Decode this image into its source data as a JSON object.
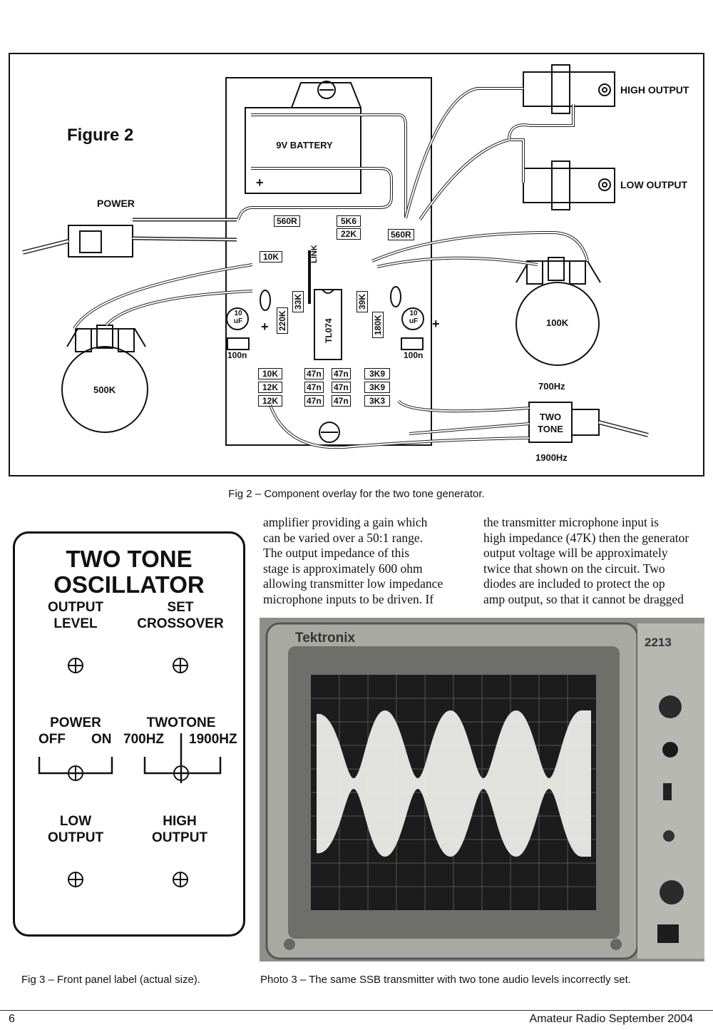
{
  "figure2": {
    "title": "Figure 2",
    "battery": "9V BATTERY",
    "battery_polarity": "+",
    "labels": {
      "power": "POWER",
      "high_output": "HIGH OUTPUT",
      "low_output": "LOW OUTPUT",
      "pot_500k": "500K",
      "pot_100k": "100K",
      "tone_700": "700Hz",
      "tone_1900": "1900Hz",
      "two_tone": "TWO TONE",
      "link": "LINK",
      "ic": "TL074",
      "cap_10uf_left": "10 uF",
      "cap_10uf_right": "10 uF",
      "cap_100n_left": "100n",
      "cap_100n_right": "100n",
      "plus_left": "+",
      "plus_right": "+"
    },
    "resistors": {
      "r560_left": "560R",
      "r5k6": "5K6",
      "r22k": "22K",
      "r560_right": "560R",
      "r10k_top": "10K",
      "r33k": "33K",
      "r220k": "220K",
      "r39k": "39K",
      "r180k": "180K",
      "r10k": "10K",
      "r12k_a": "12K",
      "r12k_b": "12K",
      "c47n_1": "47n",
      "c47n_2": "47n",
      "c47n_3": "47n",
      "c47n_4": "47n",
      "c47n_5": "47n",
      "c47n_6": "47n",
      "r3k9_a": "3K9",
      "r3k9_b": "3K9",
      "r3k3": "3K3"
    }
  },
  "captions": {
    "fig2": "Fig 2 – Component overlay for the two tone generator.",
    "fig3": "Fig 3 – Front panel label (actual size).",
    "photo3": "Photo 3 – The same SSB transmitter with two tone audio levels incorrectly set."
  },
  "body_text": {
    "col1_lines": [
      "amplifier providing a gain which",
      "can be varied over a 50:1 range.",
      "The output impedance of this",
      "stage is approximately 600 ohm",
      "allowing transmitter low impedance",
      "microphone inputs to be driven. If"
    ],
    "col2_lines": [
      "the transmitter microphone input is",
      "high impedance (47K) then the generator",
      "output voltage will be approximately",
      "twice that shown on the circuit. Two",
      "diodes are included to protect the op",
      "amp output, so that it cannot be dragged"
    ]
  },
  "panel": {
    "title_line1": "TWO TONE",
    "title_line2": "OSCILLATOR",
    "output_level_1": "OUTPUT",
    "output_level_2": "LEVEL",
    "set_crossover_1": "SET",
    "set_crossover_2": "CROSSOVER",
    "power": "POWER",
    "off": "OFF",
    "on": "ON",
    "twotone": "TWOTONE",
    "hz700": "700HZ",
    "hz1900": "1900HZ",
    "low_output_1": "LOW",
    "low_output_2": "OUTPUT",
    "high_output_1": "HIGH",
    "high_output_2": "OUTPUT"
  },
  "photo": {
    "brand": "Tektronix",
    "model": "2213"
  },
  "footer": {
    "page_number": "6",
    "publication": "Amateur Radio September 2004"
  }
}
